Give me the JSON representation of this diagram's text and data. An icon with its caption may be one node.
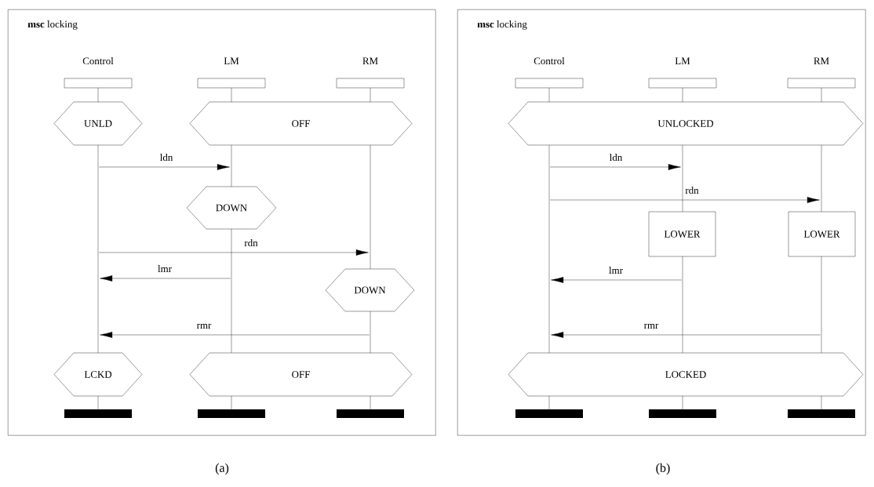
{
  "diagram": {
    "nodes": [
      {
        "text": [
          "**msc** locking"
        ]
      },
      {
        "text": [
          "Control"
        ],
        "in": 0
      },
      {
        "text": [
          "LM"
        ],
        "in": 0
      },
      {
        "text": [
          "RM"
        ],
        "in": 0
      },
      {
        "text": [
          "UNLD"
        ],
        "in": 0
      },
      {
        "text": [
          "OFF"
        ],
        "in": 0
      },
      {
        "text": [
          "DOWN"
        ],
        "in": 0
      },
      {
        "text": [
          "DOWN"
        ],
        "in": 0
      },
      {
        "text": [
          "LCKD"
        ],
        "in": 0
      },
      {
        "text": [
          "OFF"
        ],
        "in": 0
      },
      {
        "text": [],
        "shape": "bar",
        "in": 0
      },
      {
        "text": [],
        "shape": "bar",
        "in": 0
      },
      {
        "text": [],
        "shape": "bar",
        "in": 0
      },
      {
        "text": [],
        "shape": "line",
        "in": 0
      },
      {
        "text": [],
        "shape": "line",
        "in": 0
      },
      {
        "text": [],
        "shape": "line",
        "in": 0
      },
      {
        "text": [],
        "shape": "line",
        "in": 0
      },
      {
        "text": [],
        "shape": "line",
        "in": 0
      },
      {
        "text": [],
        "shape": "line",
        "in": 0
      },
      {
        "text": [],
        "shape": "line",
        "in": 0
      },
      {
        "text": [],
        "shape": "line",
        "in": 0
      },
      {
        "text": [],
        "shape": "line",
        "in": 0
      },
      {
        "text": [],
        "shape": "line",
        "in": 0
      },
      {
        "text": [],
        "shape": "line",
        "in": 0
      },
      {
        "text": [
          "**msc** locking"
        ]
      },
      {
        "text": [
          "Control"
        ],
        "in": 24
      },
      {
        "text": [
          "LM"
        ],
        "in": 24
      },
      {
        "text": [
          "RM"
        ],
        "in": 24
      },
      {
        "text": [
          "UNLOCKED"
        ],
        "in": 24
      },
      {
        "text": [
          "LOWER"
        ],
        "in": 24
      },
      {
        "text": [
          "LOWER"
        ],
        "in": 24
      },
      {
        "text": [
          "LOCKED"
        ],
        "in": 24
      },
      {
        "text": [],
        "shape": "bar",
        "in": 24
      },
      {
        "text": [],
        "shape": "bar",
        "in": 24
      },
      {
        "text": [],
        "shape": "bar",
        "in": 24
      },
      {
        "text": [],
        "shape": "line",
        "in": 24
      },
      {
        "text": [],
        "shape": "line",
        "in": 24
      },
      {
        "text": [],
        "shape": "line",
        "in": 24
      },
      {
        "text": [],
        "shape": "line",
        "in": 24
      },
      {
        "text": [],
        "shape": "line",
        "in": 24
      },
      {
        "text": [],
        "shape": "line",
        "in": 24
      },
      {
        "text": [],
        "shape": "line",
        "in": 24
      },
      {
        "text": [],
        "shape": "line",
        "in": 24
      },
      {
        "text": [],
        "shape": "line",
        "in": 24
      },
      {
        "text": [],
        "shape": "line",
        "in": 24
      },
      {
        "text": [],
        "shape": "line",
        "in": 24
      }
    ],
    "edges": [
      {
        "from": 14,
        "to": 17,
        "arrow": "to",
        "label": "ldn"
      },
      {
        "from": 14,
        "to": 21,
        "arrow": "to",
        "label": "rdn"
      },
      {
        "from": 18,
        "to": 14,
        "arrow": "to",
        "label": "lmr"
      },
      {
        "from": 22,
        "to": 14,
        "arrow": "to",
        "label": "rmr"
      },
      {
        "from": 36,
        "to": 39,
        "arrow": "to",
        "label": "ldn"
      },
      {
        "from": 36,
        "to": 43,
        "arrow": "to",
        "label": "rdn"
      },
      {
        "from": 40,
        "to": 36,
        "arrow": "to",
        "label": "lmr"
      },
      {
        "from": 44,
        "to": 36,
        "arrow": "to",
        "label": "rmr"
      }
    ],
    "labels": [
      "(a)",
      "(b)"
    ]
  }
}
